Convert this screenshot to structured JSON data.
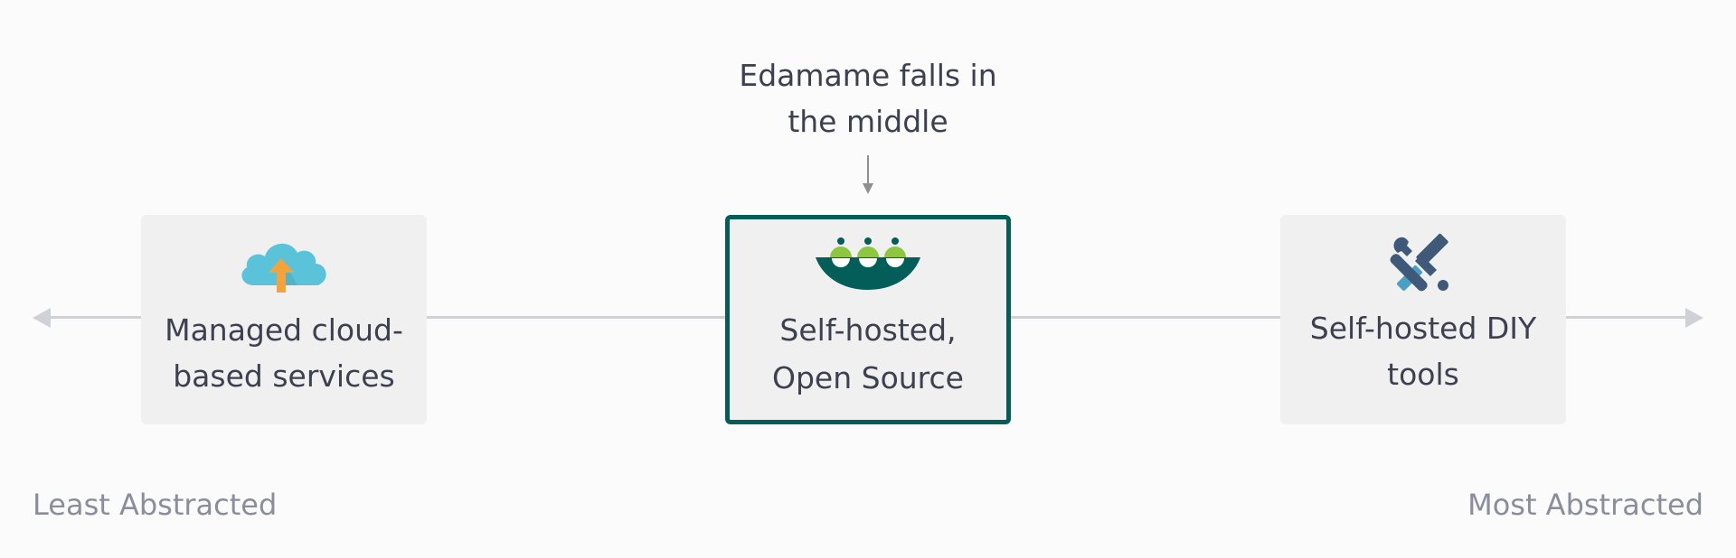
{
  "callout": {
    "text": "Edamame falls in\nthe middle"
  },
  "axis": {
    "left_label": "Least Abstracted",
    "right_label": "Most Abstracted"
  },
  "cards": [
    {
      "label": "Managed cloud-\nbased services",
      "icon": "cloud-upload-icon"
    },
    {
      "label": "Self-hosted,\nOpen Source",
      "icon": "edamame-pod-icon"
    },
    {
      "label": "Self-hosted DIY\ntools",
      "icon": "wrench-hammer-icon"
    }
  ],
  "colors": {
    "highlight_border": "#035d59",
    "card_bg": "#f0f0f0",
    "axis": "#cfd1d6",
    "text": "#3d4050",
    "muted_text": "#8a8d9c",
    "cloud": "#5bc3d9",
    "upload_arrow": "#f3a33a",
    "pea_green": "#8dc63f",
    "tool_dark": "#3f5a78",
    "tool_light": "#4aa0c4"
  }
}
